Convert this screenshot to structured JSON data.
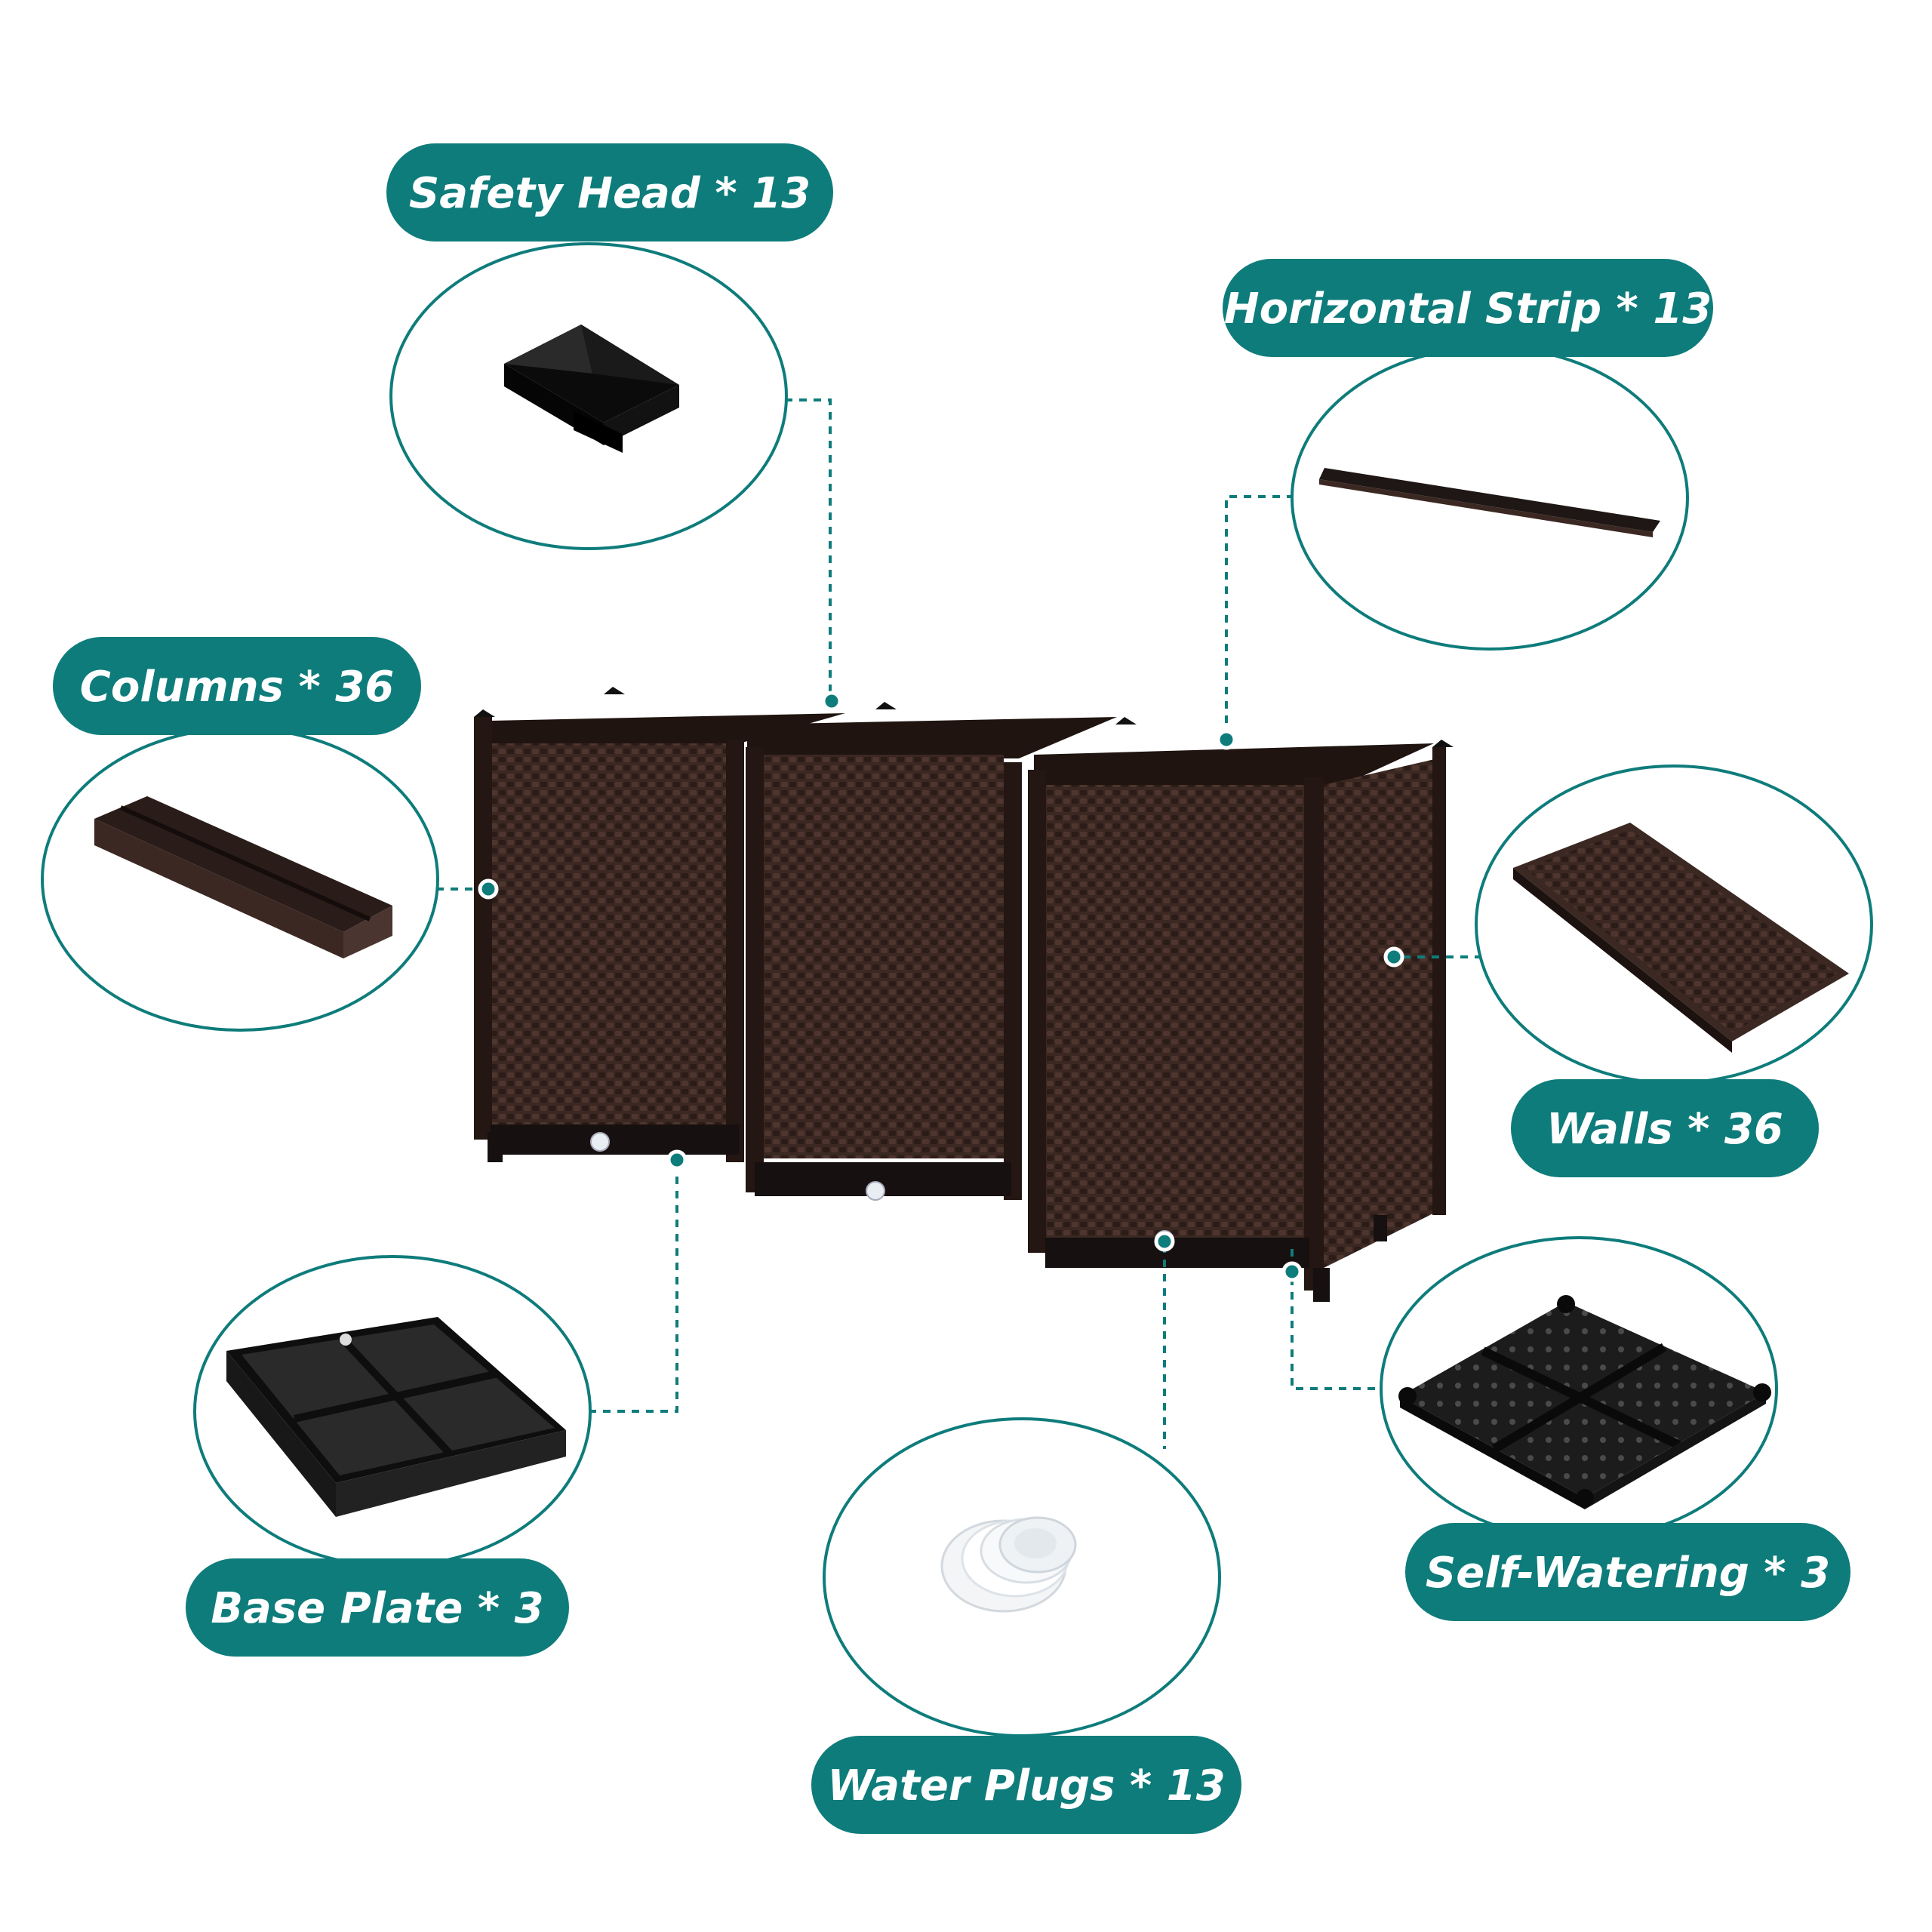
{
  "accent_color": "#0e7c7b",
  "product": "modular rattan-style raised planter, three boxes",
  "parts": [
    {
      "label": "Safety Head * 13",
      "icon": "pyramid-cap-icon"
    },
    {
      "label": "Horizontal Strip * 13",
      "icon": "strip-icon"
    },
    {
      "label": "Columns * 36",
      "icon": "column-icon"
    },
    {
      "label": "Walls * 36",
      "icon": "wall-panel-icon"
    },
    {
      "label": "Base Plate * 3",
      "icon": "base-plate-icon"
    },
    {
      "label": "Self-Watering * 3",
      "icon": "self-watering-tray-icon"
    },
    {
      "label": "Water Plugs * 13",
      "icon": "water-plug-icon"
    }
  ]
}
